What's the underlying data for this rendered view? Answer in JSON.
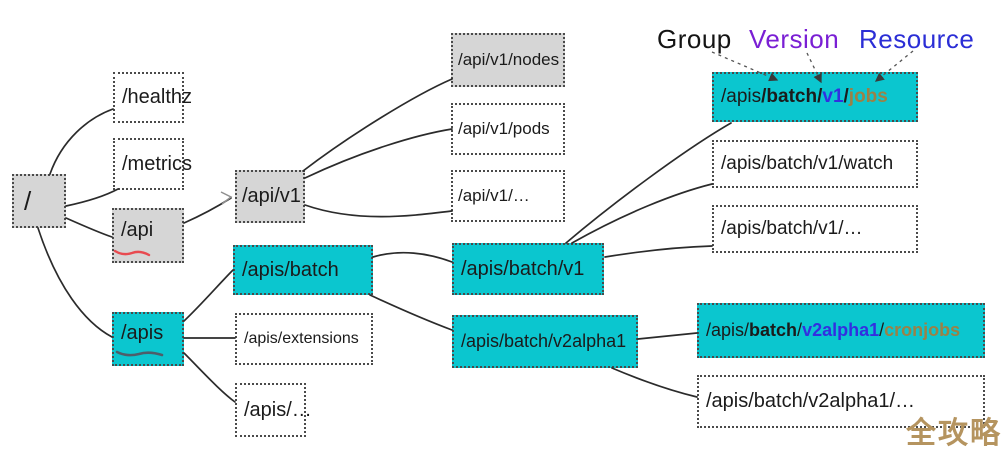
{
  "legend": {
    "group": "Group",
    "version": "Version",
    "resource": "Resource"
  },
  "nodes": {
    "root": "/",
    "healthz": "/healthz",
    "metrics": "/metrics",
    "api": "/api",
    "apis": "/apis",
    "api_v1": "/api/v1",
    "api_v1_nodes": "/api/v1/nodes",
    "api_v1_pods": "/api/v1/pods",
    "api_v1_more": "/api/v1/…",
    "apis_batch": "/apis/batch",
    "apis_extensions": "/apis/extensions",
    "apis_more": "/apis/…",
    "apis_batch_v1": "/apis/batch/v1",
    "apis_batch_v2alpha1": "/apis/batch/v2alpha1",
    "apis_batch_v1_watch": "/apis/batch/v1/watch",
    "apis_batch_v1_more": "/apis/batch/v1/…",
    "apis_batch_v2alpha1_more": "/apis/batch/v2alpha1/…",
    "jobs_segments": [
      "/apis",
      "/batch/",
      "v1",
      "/",
      "jobs"
    ],
    "cronjobs_segments": [
      "/apis/",
      "batch",
      "/",
      "v2alpha1",
      "/",
      "cronjobs"
    ]
  },
  "watermark": "全攻略",
  "colors": {
    "node_cyan": "#0bc6cf",
    "node_gray": "#d6d6d6",
    "version_text": "#332fe0",
    "resource_text": "#9b8146",
    "legend_version": "#7a1fd4",
    "legend_resource": "#2b2ed6",
    "annotation_red": "#e84a50",
    "annotation_dark": "#4e5e6a",
    "edge": "#2b2b2b",
    "watermark": "#b5945f"
  }
}
